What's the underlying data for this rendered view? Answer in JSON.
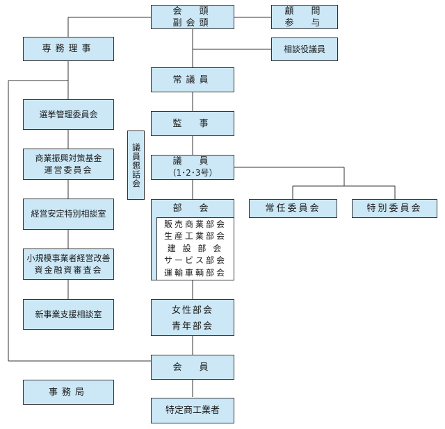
{
  "kaito": {
    "line1": "会　頭",
    "line2": "副会頭"
  },
  "komon": {
    "line1": "顧　問",
    "line2": "参　与"
  },
  "soudanyaku": "相談役議員",
  "senmu": "専務理事",
  "jogiin": "常議員",
  "kanji": "監　事",
  "giin_soudankai": "議員懇話会",
  "giin": {
    "line1": "議　員",
    "line2": "（1･2･3号）"
  },
  "jonin": "常任委員会",
  "tokubetsu": "特別委員会",
  "senkyo": "選挙管理委員会",
  "shogyo_kikin": {
    "line1": "商業振興対策基金",
    "line2": "運営委員会"
  },
  "keiei_soudan": "経営安定特別相談室",
  "kibo_kaizen": {
    "line1": "小規模事業者経営改善",
    "line2": "資金融資審査会"
  },
  "shinjigyo": "新事業支援相談室",
  "jimukyoku": "事務局",
  "bukai": {
    "title": "部　会",
    "items": [
      "販売商業部会",
      "生産工業部会",
      "建 設 部 会",
      "サービス部会",
      "運輸車輌部会"
    ]
  },
  "josei_seinen": {
    "line1": "女性部会",
    "line2": "青年部会"
  },
  "kaiin": "会　員",
  "tokutei": "特定商工業者"
}
